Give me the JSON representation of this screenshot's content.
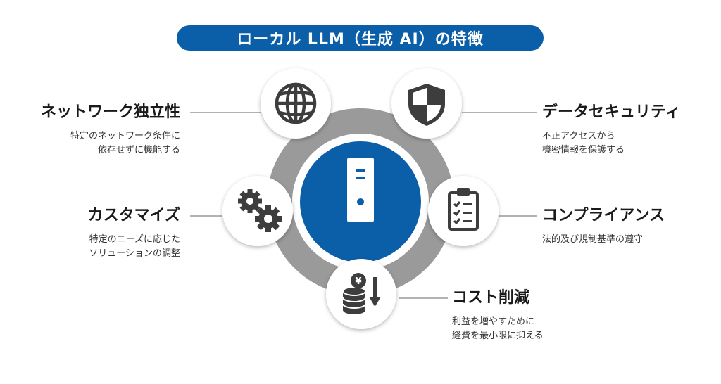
{
  "title": "ローカル LLM（生成 AI）の特徴",
  "colors": {
    "accent_blue": "#0b5ea8",
    "ring_gray": "#9a9a9a",
    "icon_dark": "#3d3d3d",
    "connector_line": "#666666"
  },
  "center": {
    "icon": "server-icon"
  },
  "features": [
    {
      "key": "network",
      "heading": "ネットワーク独立性",
      "desc": [
        "特定のネットワーク条件に",
        "依存せずに機能する"
      ],
      "icon": "globe-icon"
    },
    {
      "key": "security",
      "heading": "データセキュリティ",
      "desc": [
        "不正アクセスから",
        "機密情報を保護する"
      ],
      "icon": "shield-icon"
    },
    {
      "key": "custom",
      "heading": "カスタマイズ",
      "desc": [
        "特定のニーズに応じた",
        "ソリューションの調整"
      ],
      "icon": "gears-icon"
    },
    {
      "key": "compliance",
      "heading": "コンプライアンス",
      "desc": [
        "法的及び規制基準の遵守"
      ],
      "icon": "clipboard-checklist-icon"
    },
    {
      "key": "cost",
      "heading": "コスト削減",
      "desc": [
        "利益を増やすために",
        "経費を最小限に抑える"
      ],
      "icon": "yen-coins-down-icon"
    }
  ]
}
